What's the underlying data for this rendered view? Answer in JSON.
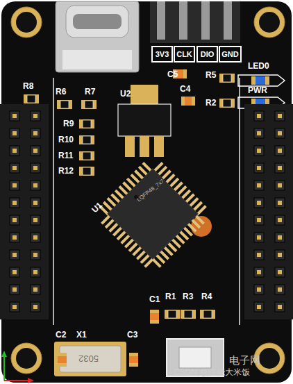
{
  "diagram": {
    "nodes": [
      {
        "text": [
          "3V3"
        ]
      },
      {
        "text": [
          "CLK"
        ]
      },
      {
        "text": [
          "DIO"
        ]
      },
      {
        "text": [
          "GND"
        ]
      }
    ],
    "labels": [
      "C5",
      "R5",
      "LED0",
      "R8",
      "R6",
      "R7",
      "U2",
      "C4",
      "R2",
      "PWR",
      "R9",
      "R10",
      "R11",
      "R12",
      "U1",
      "LQFP48_7x7",
      "C1",
      "R1",
      "R3",
      "R4",
      "C2",
      "X1",
      "C3",
      "5032",
      "电子网",
      "CSDN @红烧大米饭"
    ]
  }
}
